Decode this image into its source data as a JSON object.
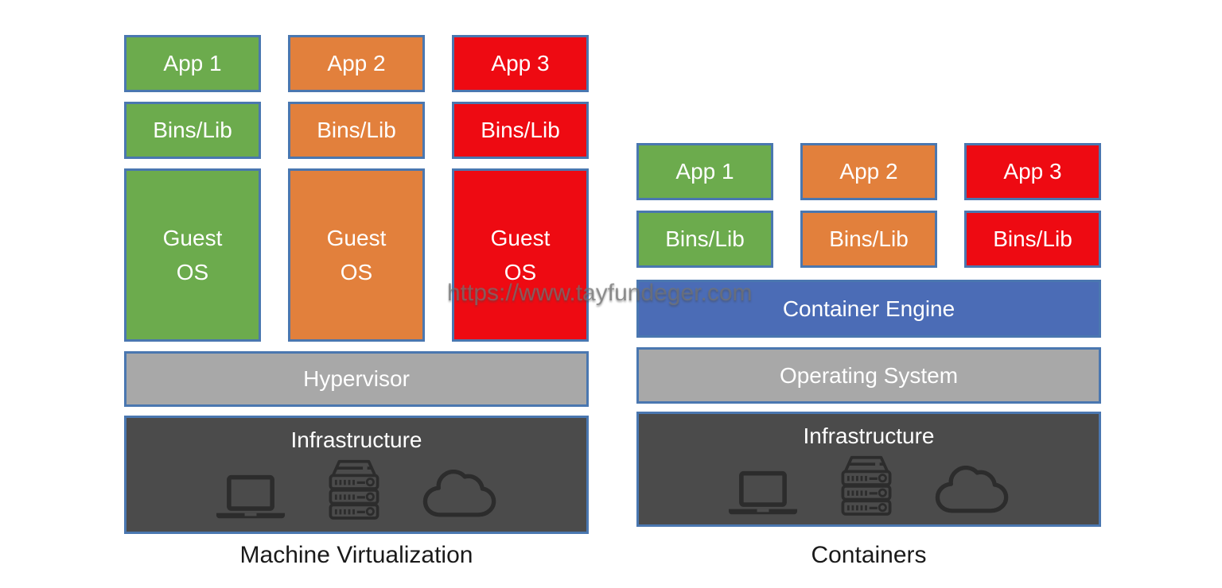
{
  "watermark": {
    "text": "https://www.tayfundeger.com"
  },
  "colors": {
    "green": "#6cab4d",
    "orange": "#e2803c",
    "red": "#ee0a12",
    "engine_blue": "#4b6cb6",
    "layer_gray": "#a8a8a8",
    "infra_dark": "#4b4b4b",
    "box_border": "#4a77b0",
    "icon_stroke": "#2c2c2c"
  },
  "left": {
    "label": "Machine Virtualization",
    "columns": [
      {
        "app": "App 1",
        "bins": "Bins/Lib",
        "guest": [
          "Guest",
          "OS"
        ]
      },
      {
        "app": "App 2",
        "bins": "Bins/Lib",
        "guest": [
          "Guest",
          "OS"
        ]
      },
      {
        "app": "App 3",
        "bins": "Bins/Lib",
        "guest": [
          "Guest",
          "OS"
        ]
      }
    ],
    "hypervisor": "Hypervisor",
    "infrastructure": "Infrastructure"
  },
  "right": {
    "label": "Containers",
    "columns": [
      {
        "app": "App 1",
        "bins": "Bins/Lib"
      },
      {
        "app": "App 2",
        "bins": "Bins/Lib"
      },
      {
        "app": "App 3",
        "bins": "Bins/Lib"
      }
    ],
    "container_engine": "Container Engine",
    "operating_system": "Operating System",
    "infrastructure": "Infrastructure"
  },
  "icons": {
    "laptop": "laptop-icon",
    "server": "server-rack-icon",
    "cloud": "cloud-icon"
  }
}
